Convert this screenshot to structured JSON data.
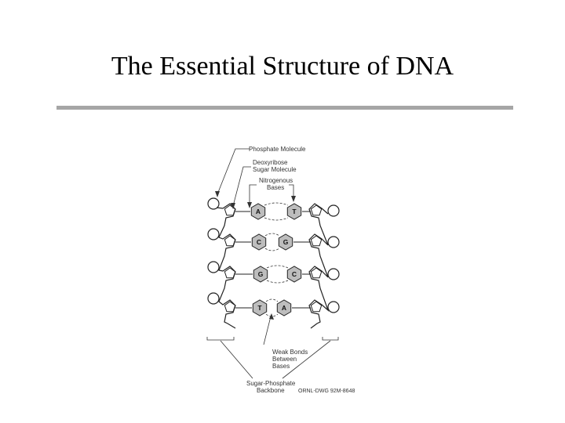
{
  "slide": {
    "title": "The Essential Structure of DNA"
  },
  "diagram": {
    "labels": {
      "phosphate": "Phosphate Molecule",
      "deoxyribose_line1": "Deoxyribose",
      "deoxyribose_line2": "Sugar Molecule",
      "nitrogenous_line1": "Nitrogenous",
      "nitrogenous_line2": "Bases",
      "weak_bonds_line1": "Weak Bonds",
      "weak_bonds_line2": "Between",
      "weak_bonds_line3": "Bases",
      "backbone_line1": "Sugar-Phosphate",
      "backbone_line2": "Backbone",
      "credit": "ORNL-DWG 92M-8648"
    },
    "base_pairs": [
      {
        "left": "A",
        "right": "T"
      },
      {
        "left": "C",
        "right": "G"
      },
      {
        "left": "G",
        "right": "C"
      },
      {
        "left": "T",
        "right": "A"
      }
    ],
    "colors": {
      "base_fill": "#bdbdbd",
      "line": "#222222"
    }
  }
}
